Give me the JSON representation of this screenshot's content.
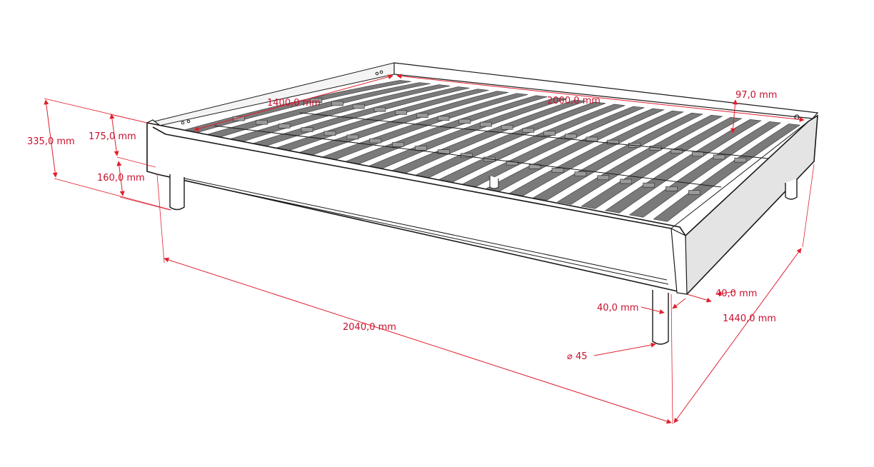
{
  "dimensions": {
    "total_height": "335,0 mm",
    "frame_height": "175,0 mm",
    "leg_height": "160,0 mm",
    "inner_width": "1400,0 mm",
    "inner_length": "2000,0 mm",
    "rail_height": "97,0 mm",
    "outer_length": "2040,0 mm",
    "outer_width": "1440,0 mm",
    "frame_thickness_side": "40,0 mm",
    "frame_thickness_front": "40,0 mm",
    "leg_diameter": "⌀ 45"
  },
  "colors": {
    "dimension": "#e0202e",
    "outline": "#1a1a1a",
    "slat": "#7a7a7a",
    "background": "#ffffff"
  },
  "slats": {
    "count": 21
  }
}
